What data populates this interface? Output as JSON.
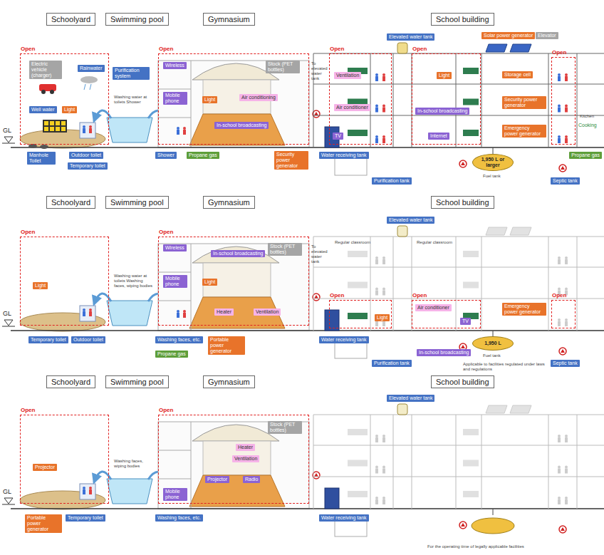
{
  "diagram": {
    "nodes": [
      {
        "text": [
          "Schoolyard"
        ]
      },
      {
        "text": [
          "Swimming pool"
        ]
      },
      {
        "text": [
          "Gymnasium"
        ]
      },
      {
        "text": [
          "School building"
        ]
      },
      {
        "text": [
          "Open"
        ]
      },
      {
        "text": [
          "Electric vehicle (charger)"
        ],
        "in": 4
      },
      {
        "text": [
          "Rainwater"
        ],
        "in": 4
      },
      {
        "text": [
          "Well water"
        ],
        "in": 4
      },
      {
        "text": [
          "Light"
        ],
        "in": 4
      },
      {
        "text": [
          "Manhole Toilet"
        ]
      },
      {
        "text": [
          "Outdoor toilet"
        ]
      },
      {
        "text": [
          "Temporary toilet"
        ]
      },
      {
        "text": [
          "Purification system"
        ]
      },
      {
        "text": [
          "Washing water at toilets Shower"
        ]
      },
      {
        "text": [
          "Open"
        ]
      },
      {
        "text": [
          "Wireless"
        ],
        "in": 14
      },
      {
        "text": [
          "Stock (PET bottles)"
        ],
        "in": 14
      },
      {
        "text": [
          "Mobile phone"
        ],
        "in": 14
      },
      {
        "text": [
          "Light"
        ],
        "in": 14
      },
      {
        "text": [
          "Air conditioning"
        ],
        "in": 14
      },
      {
        "text": [
          "In-school broadcasting"
        ],
        "in": 14
      },
      {
        "text": [
          "Shower"
        ]
      },
      {
        "text": [
          "Propane gas"
        ]
      },
      {
        "text": [
          "Security power generator"
        ]
      },
      {
        "text": [
          "To elevated water tank"
        ]
      },
      {
        "text": [
          "Water receiving tank"
        ]
      },
      {
        "text": [
          "Purification tank"
        ]
      },
      {
        "text": [
          "Elevated water tank"
        ]
      },
      {
        "text": [
          "Solar power generator"
        ]
      },
      {
        "text": [
          "Elevator"
        ]
      },
      {
        "text": [
          "Open"
        ]
      },
      {
        "text": [
          "Ventilation"
        ],
        "in": 30
      },
      {
        "text": [
          "Air conditioner"
        ],
        "in": 30
      },
      {
        "text": [
          "TV"
        ],
        "in": 30
      },
      {
        "text": [
          "Open"
        ]
      },
      {
        "text": [
          "Light"
        ],
        "in": 34
      },
      {
        "text": [
          "In-school broadcasting"
        ],
        "in": 34
      },
      {
        "text": [
          "Internet"
        ],
        "in": 34
      },
      {
        "text": [
          "Storage cell"
        ]
      },
      {
        "text": [
          "Security power generator"
        ]
      },
      {
        "text": [
          "Emergency power generator"
        ]
      },
      {
        "text": [
          "1,950 L or larger"
        ]
      },
      {
        "text": [
          "Fuel tank"
        ]
      },
      {
        "text": [
          "Open"
        ]
      },
      {
        "text": [
          "Kitchen"
        ]
      },
      {
        "text": [
          "Cooking"
        ]
      },
      {
        "text": [
          "Propane gas"
        ]
      },
      {
        "text": [
          "Septic tank"
        ]
      },
      {
        "text": [
          "Schoolyard"
        ]
      },
      {
        "text": [
          "Swimming pool"
        ]
      },
      {
        "text": [
          "Gymnasium"
        ]
      },
      {
        "text": [
          "School building"
        ]
      },
      {
        "text": [
          "Open"
        ]
      },
      {
        "text": [
          "Light"
        ],
        "in": 52
      },
      {
        "text": [
          "Temporary toilet"
        ]
      },
      {
        "text": [
          "Outdoor toilet"
        ]
      },
      {
        "text": [
          "Washing water at toilets Washing faces, wiping bodies"
        ]
      },
      {
        "text": [
          "Open"
        ]
      },
      {
        "text": [
          "Wireless"
        ],
        "in": 57
      },
      {
        "text": [
          "In-school broadcasting"
        ],
        "in": 57
      },
      {
        "text": [
          "Stock (PET bottles)"
        ],
        "in": 57
      },
      {
        "text": [
          "Mobile phone"
        ],
        "in": 57
      },
      {
        "text": [
          "Light"
        ],
        "in": 57
      },
      {
        "text": [
          "Heater"
        ],
        "in": 57
      },
      {
        "text": [
          "Ventilation"
        ],
        "in": 57
      },
      {
        "text": [
          "Washing faces, etc."
        ]
      },
      {
        "text": [
          "Portable power generator"
        ]
      },
      {
        "text": [
          "Propane gas"
        ]
      },
      {
        "text": [
          "To elevated water tank"
        ]
      },
      {
        "text": [
          "Water receiving tank"
        ]
      },
      {
        "text": [
          "Purification tank"
        ]
      },
      {
        "text": [
          "Elevated water tank"
        ]
      },
      {
        "text": [
          "Regular classroom"
        ]
      },
      {
        "text": [
          "Regular classroom"
        ]
      },
      {
        "text": [
          "Open"
        ]
      },
      {
        "text": [
          "Light"
        ],
        "in": 74
      },
      {
        "text": [
          "Open"
        ]
      },
      {
        "text": [
          "Air conditioner"
        ],
        "in": 76
      },
      {
        "text": [
          "TV"
        ],
        "in": 76
      },
      {
        "text": [
          "In-school broadcasting"
        ]
      },
      {
        "text": [
          "Emergency power generator"
        ]
      },
      {
        "text": [
          "1,950 L"
        ]
      },
      {
        "text": [
          "Fuel tank"
        ]
      },
      {
        "text": [
          "Applicable to facilities regulated under laws and regulations"
        ]
      },
      {
        "text": [
          "Open"
        ]
      },
      {
        "text": [
          "Septic tank"
        ]
      },
      {
        "text": [
          "Schoolyard"
        ]
      },
      {
        "text": [
          "Swimming pool"
        ]
      },
      {
        "text": [
          "Gymnasium"
        ]
      },
      {
        "text": [
          "School building"
        ]
      },
      {
        "text": [
          "Elevated water tank"
        ]
      },
      {
        "text": [
          "Open"
        ]
      },
      {
        "text": [
          "Projector"
        ],
        "in": 91
      },
      {
        "text": [
          "Portable power generator"
        ]
      },
      {
        "text": [
          "Temporary toilet"
        ]
      },
      {
        "text": [
          "Washing faces, wiping bodies"
        ]
      },
      {
        "text": [
          "Open"
        ]
      },
      {
        "text": [
          "Stock (PET bottles)"
        ],
        "in": 96
      },
      {
        "text": [
          "Heater"
        ],
        "in": 96
      },
      {
        "text": [
          "Ventilation"
        ],
        "in": 96
      },
      {
        "text": [
          "Projector"
        ],
        "in": 96
      },
      {
        "text": [
          "Radio"
        ],
        "in": 96
      },
      {
        "text": [
          "Mobile phone"
        ],
        "in": 96
      },
      {
        "text": [
          "Washing faces, etc."
        ]
      },
      {
        "text": [
          "Water receiving tank"
        ]
      },
      {
        "text": [
          "For the operating time of legally applicable facilities"
        ]
      }
    ],
    "labels": [
      "GL",
      "GL",
      "GL"
    ]
  }
}
